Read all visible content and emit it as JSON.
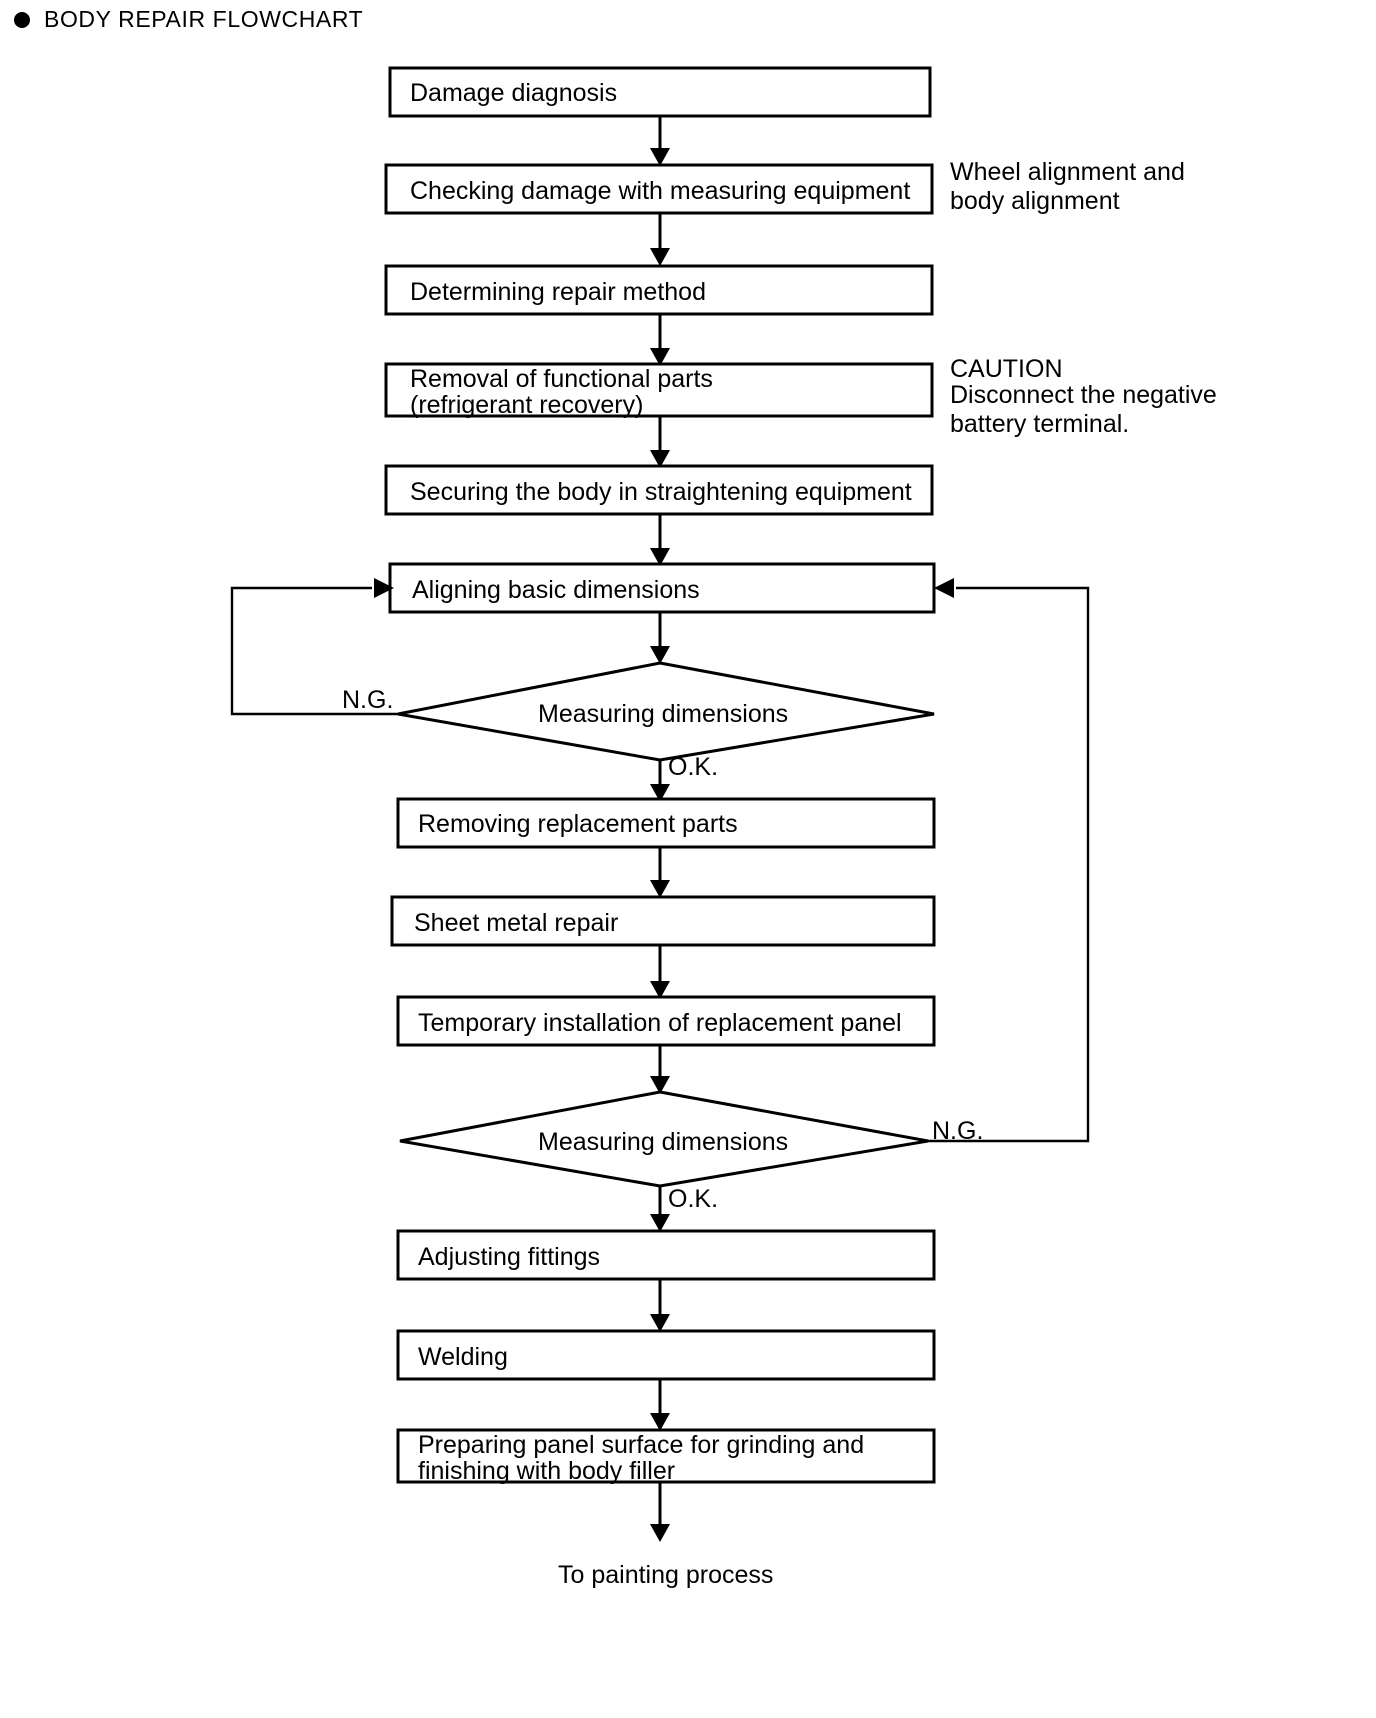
{
  "header": {
    "bullet_icon": "bullet-dot-icon",
    "title": "BODY REPAIR FLOWCHART"
  },
  "chart_data": {
    "type": "flowchart",
    "title": "BODY REPAIR FLOWCHART",
    "nodes": [
      {
        "id": "n1",
        "shape": "process",
        "label": "Damage diagnosis"
      },
      {
        "id": "n2",
        "shape": "process",
        "label": "Checking damage with measuring equipment"
      },
      {
        "id": "n3",
        "shape": "process",
        "label": "Determining repair method"
      },
      {
        "id": "n4",
        "shape": "process",
        "label_line1": "Removal of functional parts",
        "label_line2": "(refrigerant recovery)"
      },
      {
        "id": "n5",
        "shape": "process",
        "label": "Securing the body in straightening equipment"
      },
      {
        "id": "n6",
        "shape": "process",
        "label": "Aligning basic dimensions"
      },
      {
        "id": "d1",
        "shape": "decision",
        "label": "Measuring dimensions"
      },
      {
        "id": "n7",
        "shape": "process",
        "label": "Removing replacement parts"
      },
      {
        "id": "n8",
        "shape": "process",
        "label": "Sheet metal repair"
      },
      {
        "id": "n9",
        "shape": "process",
        "label": "Temporary installation of replacement panel"
      },
      {
        "id": "d2",
        "shape": "decision",
        "label": "Measuring dimensions"
      },
      {
        "id": "n10",
        "shape": "process",
        "label": "Adjusting fittings"
      },
      {
        "id": "n11",
        "shape": "process",
        "label": "Welding"
      },
      {
        "id": "n12",
        "shape": "process",
        "label_line1": "Preparing panel surface for grinding and",
        "label_line2": "finishing with body filler"
      },
      {
        "id": "end",
        "shape": "terminator",
        "label": "To painting process"
      }
    ],
    "edge_labels": {
      "d1_ng": "N.G.",
      "d1_ok": "O.K.",
      "d2_ng": "N.G.",
      "d2_ok": "O.K."
    },
    "annotations": [
      {
        "id": "a1",
        "attached_to": "n2",
        "line1": "Wheel alignment and",
        "line2": "body alignment"
      },
      {
        "id": "a2",
        "attached_to": "n4",
        "line1": "CAUTION",
        "line2": "Disconnect the negative",
        "line3": "battery terminal."
      }
    ],
    "edges": [
      {
        "from": "n1",
        "to": "n2",
        "label": ""
      },
      {
        "from": "n2",
        "to": "n3",
        "label": ""
      },
      {
        "from": "n3",
        "to": "n4",
        "label": ""
      },
      {
        "from": "n4",
        "to": "n5",
        "label": ""
      },
      {
        "from": "n5",
        "to": "n6",
        "label": ""
      },
      {
        "from": "n6",
        "to": "d1",
        "label": ""
      },
      {
        "from": "d1",
        "to": "n6",
        "label": "N.G."
      },
      {
        "from": "d1",
        "to": "n7",
        "label": "O.K."
      },
      {
        "from": "n7",
        "to": "n8",
        "label": ""
      },
      {
        "from": "n8",
        "to": "n9",
        "label": ""
      },
      {
        "from": "n9",
        "to": "d2",
        "label": ""
      },
      {
        "from": "d2",
        "to": "n6",
        "label": "N.G."
      },
      {
        "from": "d2",
        "to": "n10",
        "label": "O.K."
      },
      {
        "from": "n10",
        "to": "n11",
        "label": ""
      },
      {
        "from": "n11",
        "to": "n12",
        "label": ""
      },
      {
        "from": "n12",
        "to": "end",
        "label": ""
      }
    ],
    "colors": {
      "stroke": "#000000",
      "fill": "#ffffff",
      "text": "#000000"
    }
  }
}
